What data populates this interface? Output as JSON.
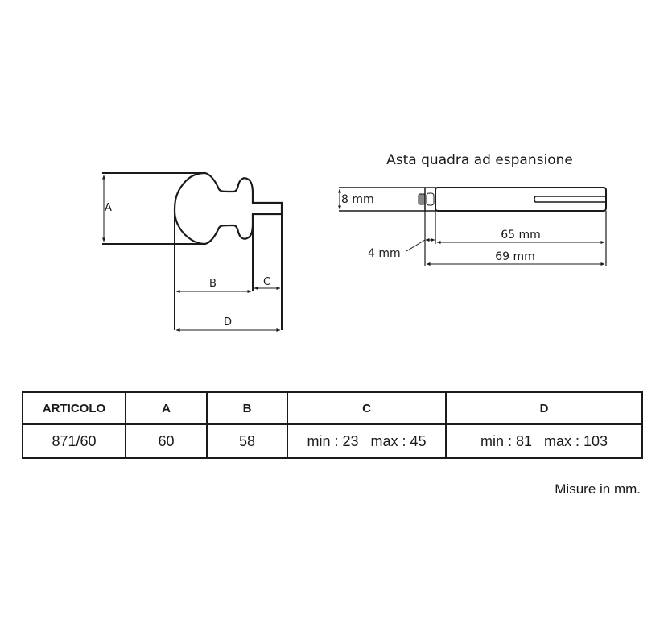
{
  "knob_drawing": {
    "labels": {
      "a": "A",
      "b": "B",
      "c": "C",
      "d": "D"
    }
  },
  "rod_drawing": {
    "title": "Asta quadra ad espansione",
    "labels": {
      "thickness": "8 mm",
      "nut": "4 mm",
      "rod_length": "65 mm",
      "total_length": "69 mm"
    }
  },
  "table": {
    "headers": [
      "ARTICOLO",
      "A",
      "B",
      "C",
      "D"
    ],
    "rows": [
      [
        "871/60",
        "60",
        "58",
        "min : 23   max : 45",
        "min : 81   max : 103"
      ]
    ]
  },
  "note": "Misure in mm."
}
